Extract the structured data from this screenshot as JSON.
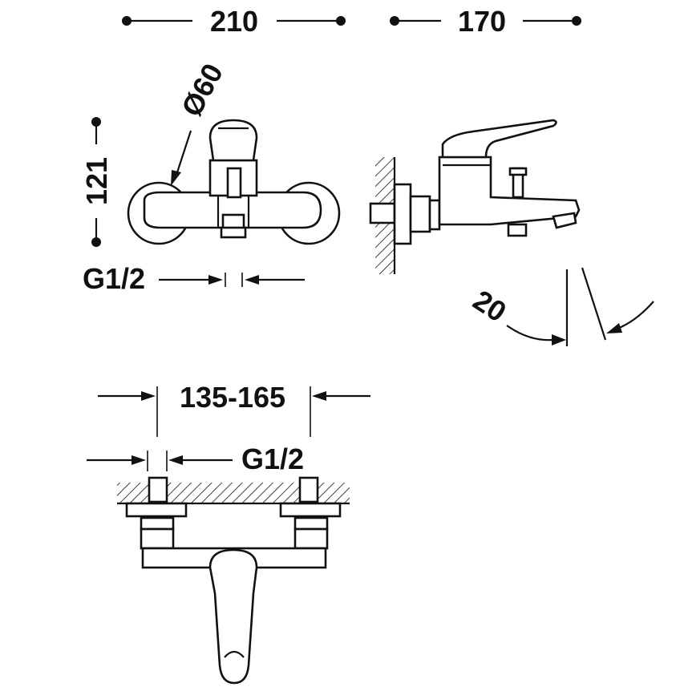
{
  "dimensions": {
    "front_width": "210",
    "side_depth": "170",
    "front_height": "121",
    "handle_diameter": "Ø60",
    "front_inlet_thread": "G1/2",
    "handle_angle": "20",
    "center_distance": "135-165",
    "plan_inlet_thread": "G1/2"
  }
}
